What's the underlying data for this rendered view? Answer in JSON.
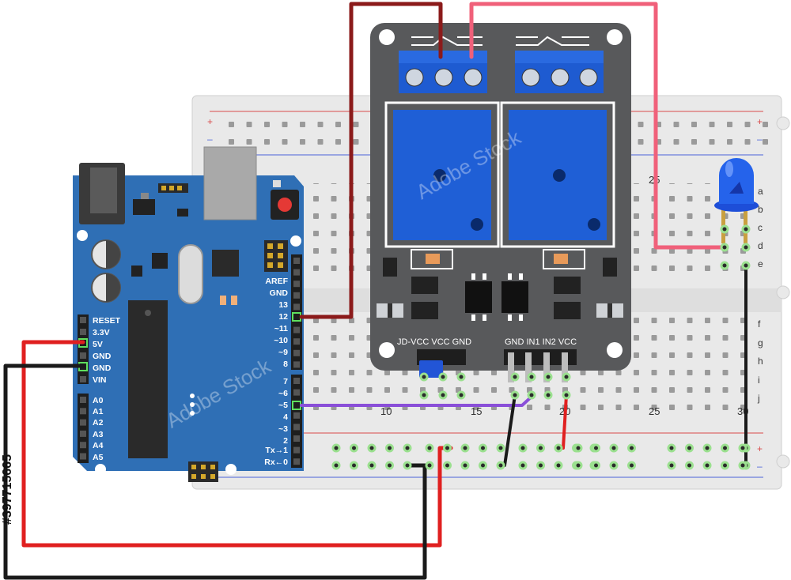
{
  "arduino": {
    "power_pins": [
      "RESET",
      "3.3V",
      "5V",
      "GND",
      "GND",
      "VIN"
    ],
    "analog_pins": [
      "A0",
      "A1",
      "A2",
      "A3",
      "A4",
      "A5"
    ],
    "digital_high": [
      "AREF",
      "GND",
      "13",
      "12",
      "~11",
      "~10",
      "~9",
      "8"
    ],
    "digital_low": [
      "7",
      "~6",
      "~5",
      "4",
      "~3",
      "2",
      "Tx→1",
      "Rx←0"
    ]
  },
  "relay": {
    "header_left": "JD-VCC VCC GND",
    "header_right": "GND IN1 IN2 VCC"
  },
  "breadboard": {
    "col_numbers": [
      "10",
      "15",
      "20",
      "25",
      "30"
    ],
    "col_top_numbers": [
      "25"
    ],
    "row_letters_top": [
      "a",
      "b",
      "c",
      "d",
      "e"
    ],
    "row_letters_bottom": [
      "f",
      "g",
      "h",
      "i",
      "j"
    ],
    "rail_plus": "+",
    "rail_minus": "–"
  },
  "watermark": {
    "brand": "Adobe Stock",
    "id": "#397715665"
  },
  "colors": {
    "board_blue": "#2f6fb5",
    "relay_gray": "#58595b",
    "relay_blue": "#1f5fd6",
    "wire_red": "#e02020",
    "wire_black": "#1a1a1a",
    "wire_darkred": "#8b1a1a",
    "wire_pink": "#f0607a",
    "wire_purple": "#8a4fd8",
    "led_blue": "#2563eb"
  }
}
